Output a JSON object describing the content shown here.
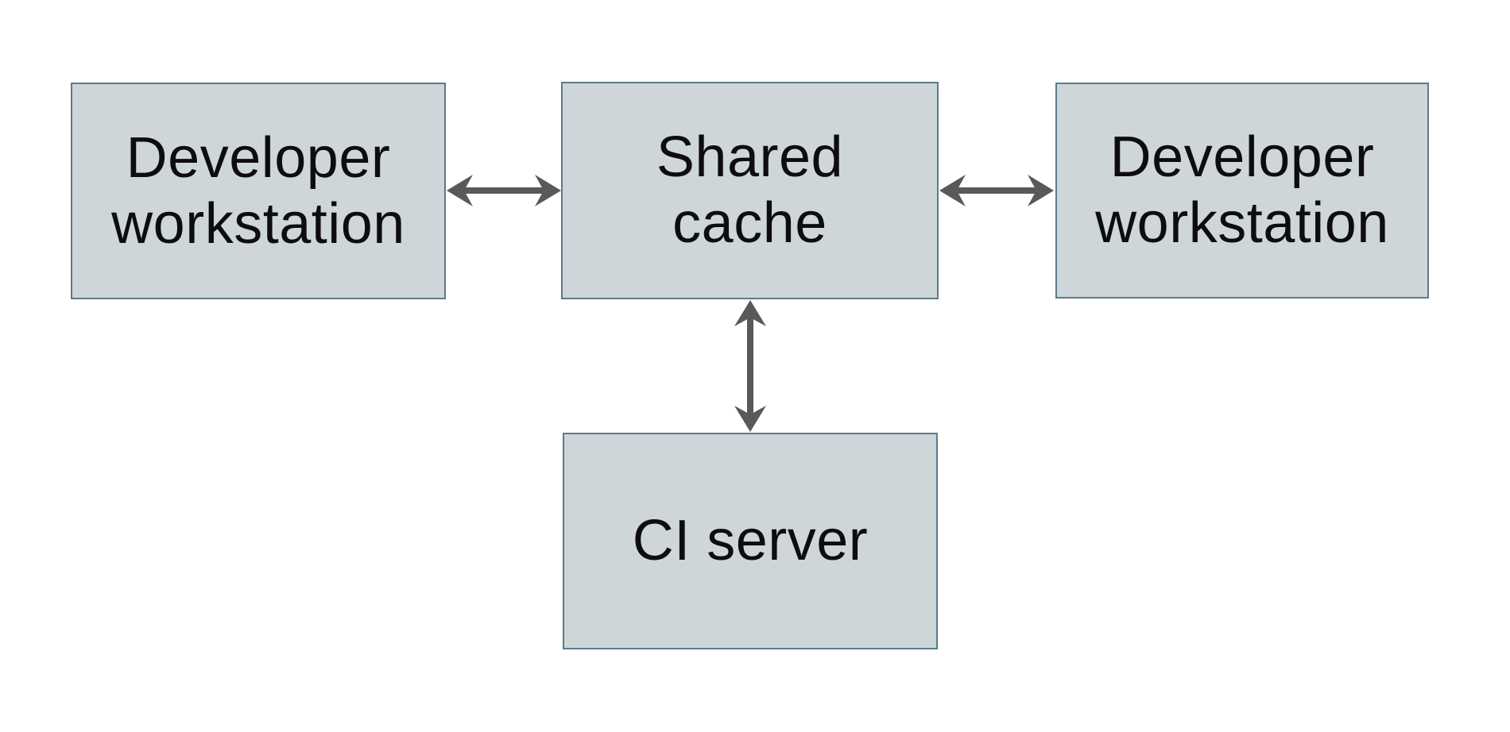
{
  "colors": {
    "node-fill": "#ced6d9",
    "node-border": "#5d7b8a",
    "arrow": "#595959",
    "text": "#0d0d0d",
    "canvas-bg": "#ffffff"
  },
  "diagram": {
    "type": "architecture-diagram",
    "nodes": [
      {
        "id": "developer-workstation-left",
        "label": "Developer\nworkstation"
      },
      {
        "id": "shared-cache",
        "label": "Shared\ncache"
      },
      {
        "id": "developer-workstation-right",
        "label": "Developer\nworkstation"
      },
      {
        "id": "ci-server",
        "label": "CI server"
      }
    ],
    "edges": [
      {
        "from": "developer-workstation-left",
        "to": "shared-cache",
        "style": "double-headed-arrow",
        "orientation": "horizontal"
      },
      {
        "from": "shared-cache",
        "to": "developer-workstation-right",
        "style": "double-headed-arrow",
        "orientation": "horizontal"
      },
      {
        "from": "shared-cache",
        "to": "ci-server",
        "style": "double-headed-arrow",
        "orientation": "vertical"
      }
    ]
  }
}
